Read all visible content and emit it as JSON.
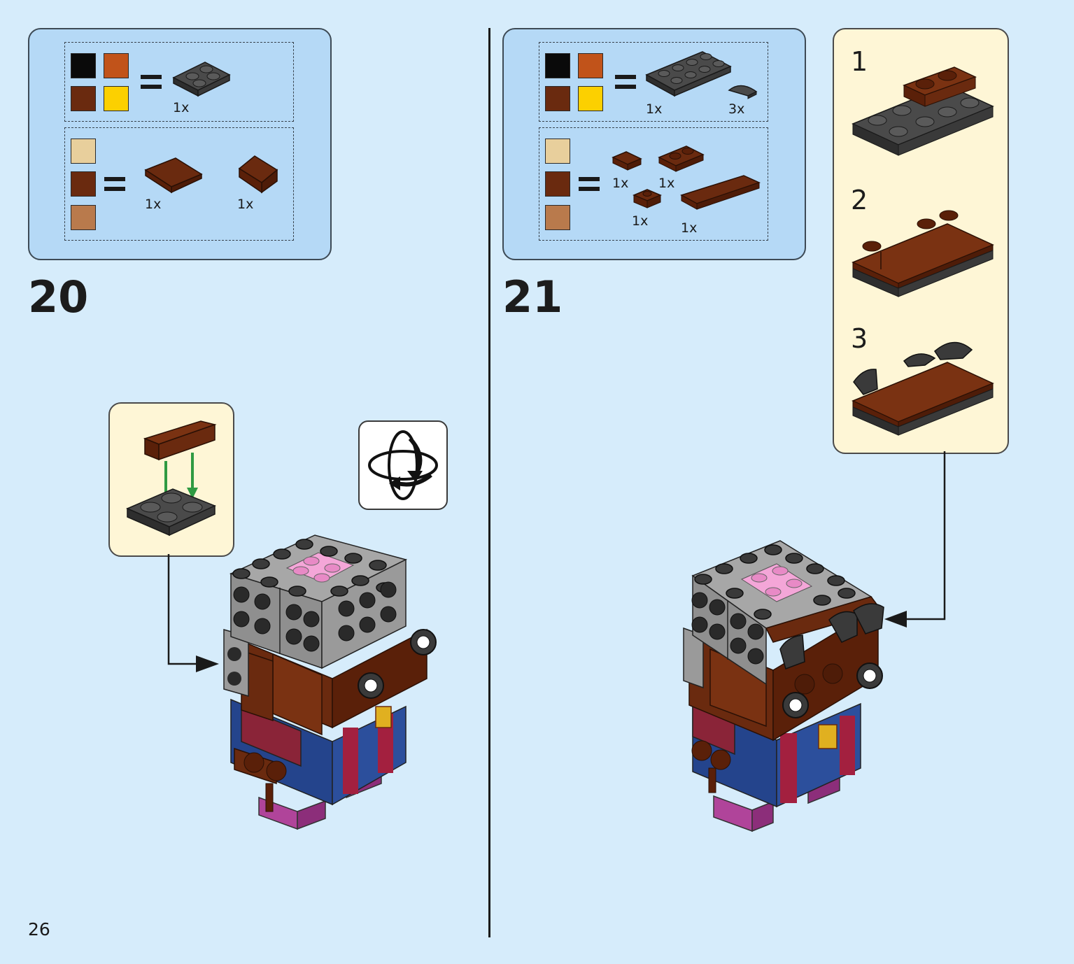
{
  "page": {
    "number": "26"
  },
  "colors": {
    "black": "#0a0a0a",
    "dark_orange": "#c1531a",
    "reddish_brown": "#6a2a0f",
    "yellow": "#fcd000",
    "tan": "#e8cf9c",
    "medium_nougat": "#b97a4c",
    "dark_grey": "#3a3a3a",
    "light_grey": "#a7a7a7",
    "pink": "#f4a6d8",
    "blue": "#24448c",
    "red": "#a3203f"
  },
  "step20": {
    "number": "20",
    "parts_top": {
      "plate_qty": "1x"
    },
    "parts_bottom": {
      "tile_qty": "1x",
      "slope_qty": "1x"
    }
  },
  "step21": {
    "number": "21",
    "parts_top": {
      "plate_qty": "1x",
      "quarter_tile_qty": "3x"
    },
    "parts_bottom": {
      "plate1_qty": "1x",
      "plate2_qty": "1x",
      "round_qty": "1x",
      "tile_qty": "1x"
    },
    "substeps": [
      "1",
      "2",
      "3"
    ]
  }
}
